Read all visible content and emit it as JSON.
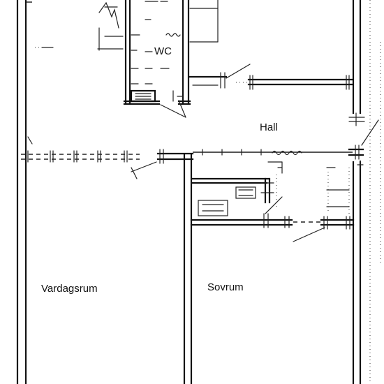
{
  "plan": {
    "rooms": [
      {
        "key": "wc",
        "label": "WC"
      },
      {
        "key": "hall",
        "label": "Hall"
      },
      {
        "key": "vardagsrum",
        "label": "Vardagsrum"
      },
      {
        "key": "sovrum",
        "label": "Sovrum"
      }
    ]
  }
}
